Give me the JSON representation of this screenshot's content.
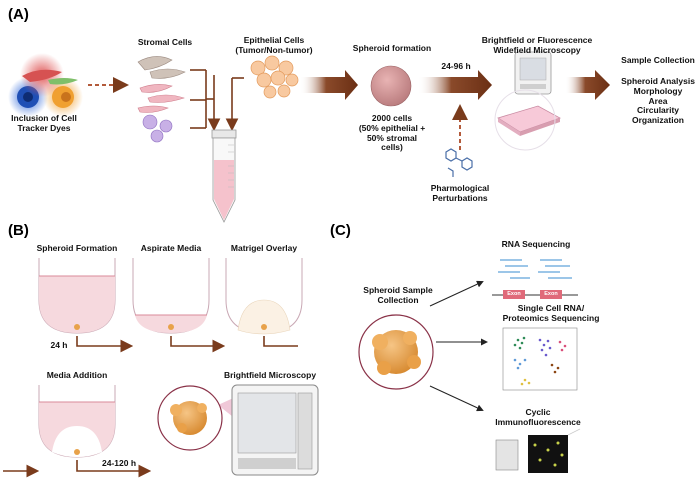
{
  "panels": {
    "a": "(A)",
    "b": "(B)",
    "c": "(C)"
  },
  "panel_a": {
    "dyes_label_1": "Inclusion of Cell",
    "dyes_label_2": "Tracker Dyes",
    "stromal_label": "Stromal Cells",
    "epithelial_label_1": "Epithelial Cells",
    "epithelial_label_2": "(Tumor/Non-tumor)",
    "spheroid_label": "Spheroid formation",
    "cells_1": "2000 cells",
    "cells_2": "(50% epithelial +",
    "cells_3": "50% stromal",
    "cells_4": "cells)",
    "time_label": "24-96 h",
    "pert_1": "Pharmological",
    "pert_2": "Perturbations",
    "micro_1": "Brightfield or Fluorescence",
    "micro_2": "Widefield Microscopy",
    "collect_title": "Sample Collection",
    "collect_items": [
      "Spheroid Analysis",
      "Morphology",
      "Area",
      "Circularity",
      "Organization"
    ]
  },
  "panel_b": {
    "step1": "Spheroid Formation",
    "step2": "Aspirate Media",
    "step3": "Matrigel Overlay",
    "t1": "24 h",
    "step4": "Media Addition",
    "step5": "Brightfield Microscopy",
    "t2": "24-120 h"
  },
  "panel_c": {
    "sample_1": "Spheroid Sample",
    "sample_2": "Collection",
    "rna": "RNA Sequencing",
    "exon1": "Exon",
    "exon2": "Exon",
    "sc_1": "Single Cell RNA/",
    "sc_2": "Proteomics Sequencing",
    "cyc_1": "Cyclic",
    "cyc_2": "Immunofluorescence"
  },
  "colors": {
    "arrow": "#7a3b1c",
    "dashed": "#b35a3a",
    "well_media": "#f6d9de",
    "spheroid": "#e8a24a"
  }
}
